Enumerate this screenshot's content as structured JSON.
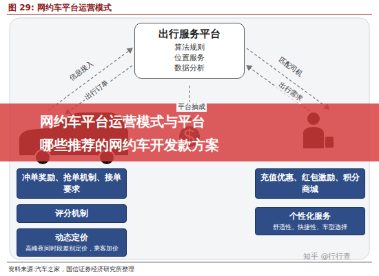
{
  "diagram": {
    "title": "图 29: 网约车平台运营模式",
    "caption": "资料来源:汽车之家，国信证券经济研究所整理",
    "nodes": [
      {
        "text": [
          "出行服务平台",
          "算法规则 位置服务 数据分析"
        ]
      },
      {
        "text": [
          "冲单奖励、抢单机制、接单要求"
        ]
      },
      {
        "text": [
          "评分机制"
        ]
      },
      {
        "text": [
          "动态定价",
          "高峰夜间时段差别定价，乘客加价"
        ]
      },
      {
        "text": [
          "充值优惠、红包激励、积分商城"
        ]
      },
      {
        "text": [
          "个性化服务",
          "舒适性、快捷性、车型选择"
        ]
      }
    ],
    "labels": [
      "信息接入",
      "出行订单",
      "匹配司机",
      "出行需求",
      "平台抽成",
      "网约车平台运营模式与平台",
      "哪些推荐的网约车开发款方案",
      "知乎 @行行查"
    ]
  }
}
